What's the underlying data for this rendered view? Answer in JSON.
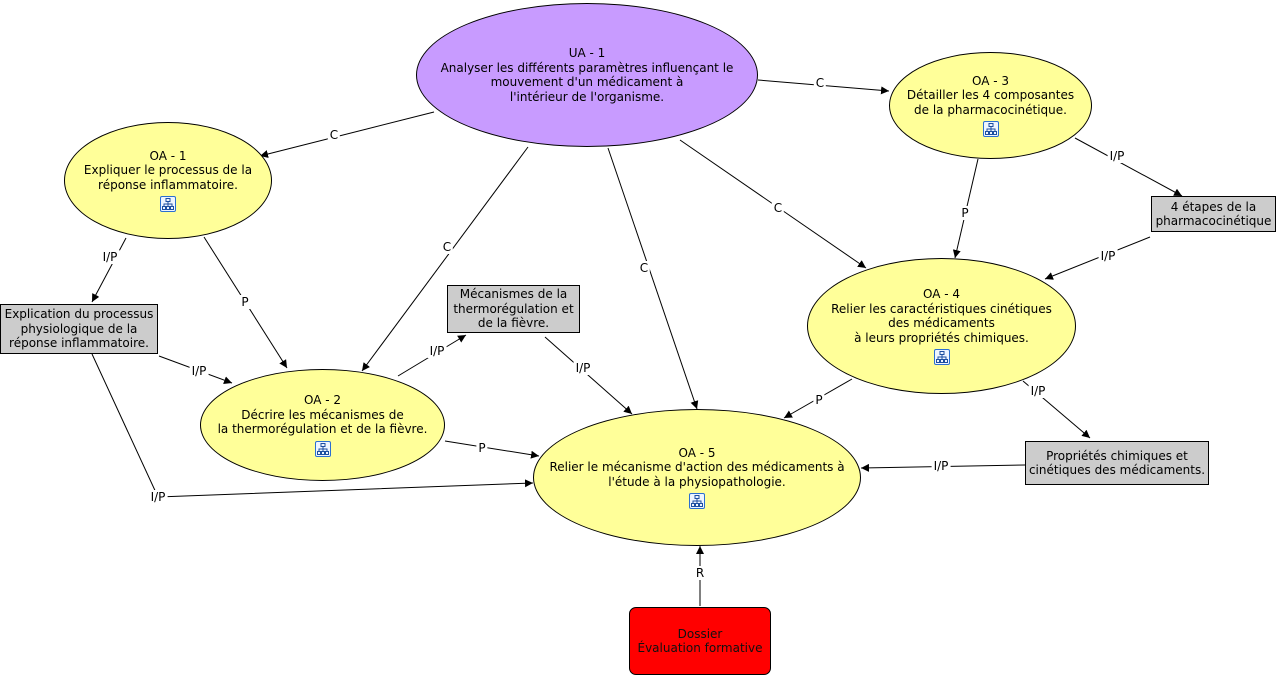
{
  "nodes": {
    "ua1": {
      "text": "UA - 1\nAnalyser les différents paramètres influençant le\nmouvement d'un médicament à\nl'intérieur de l'organisme.",
      "fill": "#c89bff"
    },
    "oa1": {
      "text": "OA - 1\nExpliquer le processus de la\nréponse inflammatoire.",
      "fill": "#ffff99",
      "submap_icon": "concept-map-icon"
    },
    "oa2": {
      "text": "OA - 2\nDécrire les mécanismes de\nla thermorégulation et de la fièvre.",
      "fill": "#ffff99",
      "submap_icon": "concept-map-icon"
    },
    "oa3": {
      "text": "OA - 3\nDétailler les 4 composantes\nde la pharmacocinétique.",
      "fill": "#ffff99",
      "submap_icon": "concept-map-icon"
    },
    "oa4": {
      "text": "OA - 4\nRelier les caractéristiques cinétiques\ndes médicaments\nà leurs propriétés chimiques.",
      "fill": "#ffff99",
      "submap_icon": "concept-map-icon"
    },
    "oa5": {
      "text": "OA - 5\nRelier le mécanisme d'action des médicaments à\nl'étude à la physiopathologie.",
      "fill": "#ffff99",
      "submap_icon": "concept-map-icon"
    },
    "explication": {
      "text": "Explication du processus\nphysiologique de la\nréponse inflammatoire.",
      "fill": "#cccccc"
    },
    "mecanismes": {
      "text": "Mécanismes de la\nthermorégulation et\nde la fièvre.",
      "fill": "#cccccc"
    },
    "etapes": {
      "text": "4 étapes de la\npharmacocinétique",
      "fill": "#cccccc"
    },
    "proprietes": {
      "text": "Propriétés chimiques et\ncinétiques des médicaments.",
      "fill": "#cccccc"
    },
    "dossier": {
      "text": "Dossier\nÉvaluation formative",
      "fill": "#ff0000"
    }
  },
  "links": [
    {
      "label": "C",
      "from": "ua1",
      "to": "oa1"
    },
    {
      "label": "C",
      "from": "ua1",
      "to": "oa3"
    },
    {
      "label": "C",
      "from": "ua1",
      "to": "oa2"
    },
    {
      "label": "C",
      "from": "ua1",
      "to": "oa5"
    },
    {
      "label": "C",
      "from": "ua1",
      "to": "oa4"
    },
    {
      "label": "I/P",
      "from": "oa1",
      "to": "explication"
    },
    {
      "label": "P",
      "from": "oa1",
      "to": "oa2"
    },
    {
      "label": "I/P",
      "from": "explication",
      "to": "oa2"
    },
    {
      "label": "I/P",
      "from": "explication",
      "to": "oa5"
    },
    {
      "label": "I/P",
      "from": "oa2",
      "to": "mecanismes"
    },
    {
      "label": "P",
      "from": "oa2",
      "to": "oa5"
    },
    {
      "label": "I/P",
      "from": "mecanismes",
      "to": "oa5"
    },
    {
      "label": "I/P",
      "from": "oa3",
      "to": "etapes"
    },
    {
      "label": "P",
      "from": "oa3",
      "to": "oa4"
    },
    {
      "label": "I/P",
      "from": "etapes",
      "to": "oa4"
    },
    {
      "label": "P",
      "from": "oa4",
      "to": "oa5"
    },
    {
      "label": "I/P",
      "from": "oa4",
      "to": "proprietes"
    },
    {
      "label": "I/P",
      "from": "proprietes",
      "to": "oa5"
    },
    {
      "label": "R",
      "from": "dossier",
      "to": "oa5"
    }
  ]
}
